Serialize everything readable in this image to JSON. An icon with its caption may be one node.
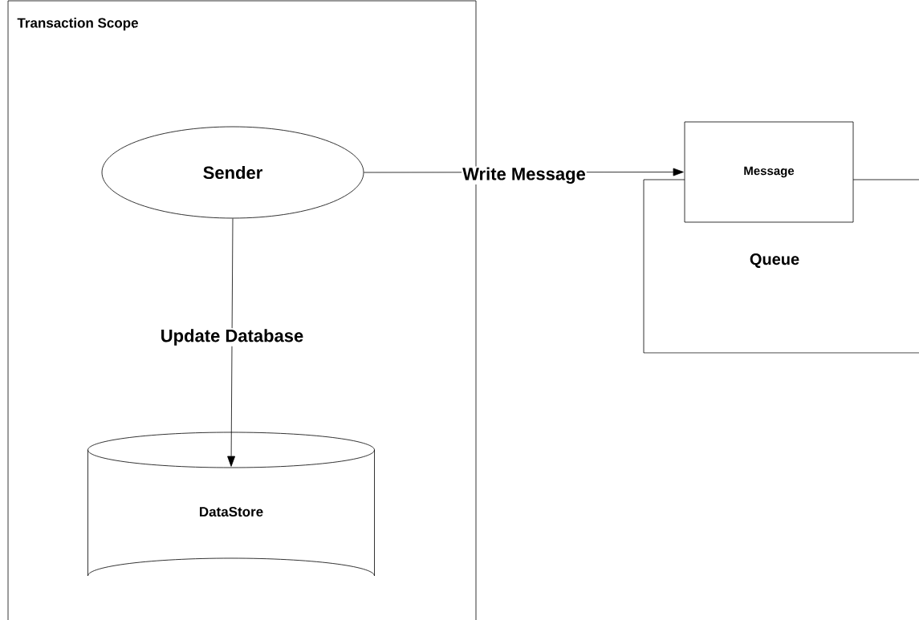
{
  "diagram": {
    "nodes": [
      {
        "text": [
          "Transaction Scope"
        ]
      },
      {
        "text": [
          "Sender"
        ],
        "in": 0
      },
      {
        "text": [
          "DataStore"
        ],
        "in": 0
      },
      {
        "text": [
          "Queue"
        ]
      },
      {
        "text": [
          "Message"
        ]
      }
    ],
    "edges": [
      {
        "from": 1,
        "to": 4,
        "arrow": "to",
        "label": "Write Message"
      },
      {
        "from": 1,
        "to": 2,
        "arrow": "to",
        "label": "Update Database"
      }
    ]
  }
}
